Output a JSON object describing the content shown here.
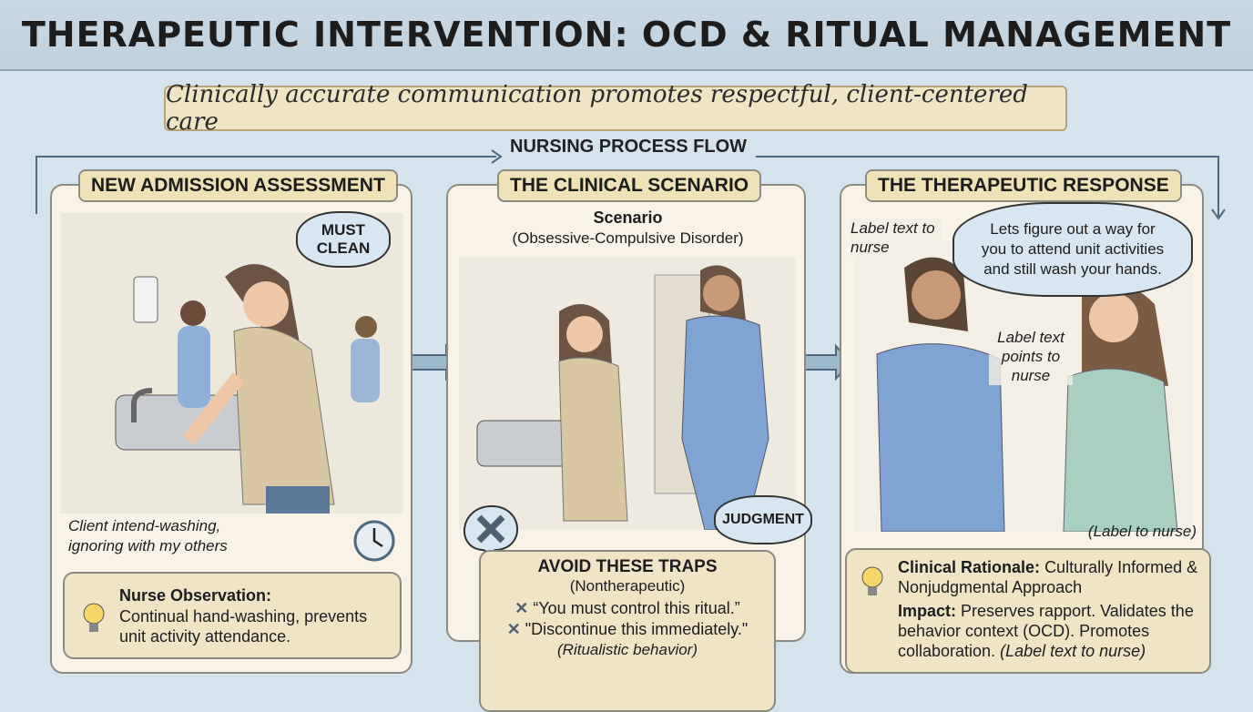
{
  "title": "THERAPEUTIC INTERVENTION: OCD & RITUAL MANAGEMENT",
  "subtitle": "Clinically accurate communication promotes respectful, client-centered care",
  "flow_label": "NURSING PROCESS FLOW",
  "colors": {
    "background": "#d5e3ec",
    "panel": "#f8f3e6",
    "callout": "#efe4c6",
    "scrubs": "#7fa3d3"
  },
  "panels": [
    {
      "header": "NEW ADMISSION ASSESSMENT",
      "thought": "MUST CLEAN",
      "caption": "Client intend-washing, ignoring with my others",
      "icon": "clock-icon",
      "callout": {
        "icon": "lightbulb-icon",
        "heading": "Nurse Observation:",
        "text": "Continual hand-washing, prevents unit activity attendance."
      }
    },
    {
      "header": "THE CLINICAL SCENARIO",
      "scenario_title": "Scenario",
      "scenario_sub": "(Obsessive-Compulsive Disorder)",
      "thought": "JUDGMENT",
      "icon": "x-icon",
      "callout": {
        "heading": "AVOID THESE TRAPS",
        "sub": "(Nontherapeutic)",
        "items": [
          "“You must control this ritual.”",
          "\"Discontinue this immediately.\""
        ],
        "footer": "(Ritualistic behavior)"
      }
    },
    {
      "header": "THE THERAPEUTIC RESPONSE",
      "speech": "Lets figure out a way for you to attend unit activities and still wash your hands.",
      "label1": "Label text to nurse",
      "label2": "Label text points to nurse",
      "label3": "(Label to nurse)",
      "callout": {
        "icon": "lightbulb-icon",
        "heading": "Clinical Rationale:",
        "heading_text": "Culturally Informed & Nonjudgmental Approach",
        "impact_label": "Impact:",
        "impact_text": "Preserves rapport. Validates the behavior context (OCD). Promotes collaboration.",
        "impact_label_note": "(Label text to nurse)"
      }
    }
  ]
}
